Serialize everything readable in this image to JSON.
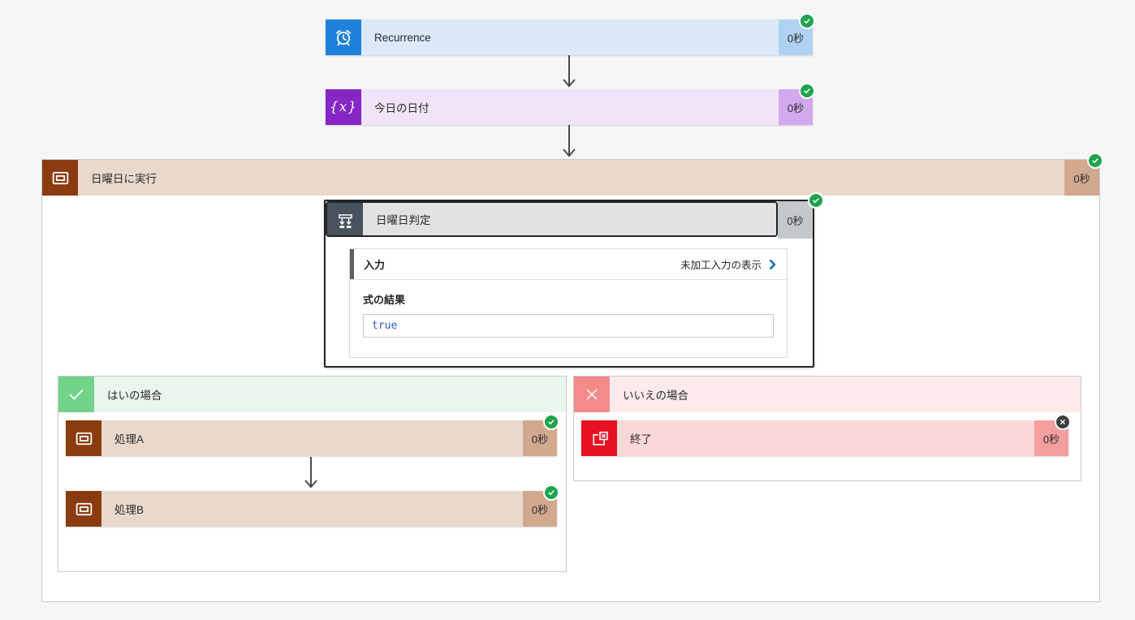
{
  "app": "power-automate-flow-run-view",
  "colors": {
    "canvas_bg": "#f6f6f6",
    "success_badge": "#1ea44d",
    "cancelled_badge": "#3d3d3d",
    "trigger_icon_bg": "#1e82dd",
    "variable_icon_bg": "#8526c5",
    "scope_icon_bg": "#8a3c10",
    "condition_icon_bg": "#47525d",
    "yes_icon_bg": "#72d48a",
    "no_icon_bg": "#f48b8b",
    "terminate_icon_bg": "#e81123",
    "link_chevron_blue": "#0f6cbd",
    "expression_value_blue": "#2660c0"
  },
  "icons": {
    "trigger": "alarm-clock-icon",
    "date_action": "variable-x-icon",
    "scope": "scope-frame-icon",
    "condition": "condition-branch-icon",
    "yes_branch": "check-icon",
    "no_branch": "x-icon",
    "terminate": "terminate-window-icon",
    "success_badge": "check-circle-icon",
    "cancelled_badge": "x-circle-icon",
    "raw_inputs_chevron": "chevron-right-icon"
  },
  "trigger": {
    "title": "Recurrence",
    "duration": "0秒",
    "status": "success"
  },
  "date_action": {
    "title": "今日の日付",
    "duration": "0秒",
    "status": "success"
  },
  "scope": {
    "title": "日曜日に実行",
    "duration": "0秒",
    "status": "success"
  },
  "condition": {
    "title": "日曜日判定",
    "duration": "0秒",
    "status": "success",
    "inputs_label": "入力",
    "raw_inputs_link": "未加工入力の表示",
    "result_label": "式の結果",
    "result_value": "true"
  },
  "yes_branch": {
    "title": "はいの場合",
    "actions": [
      {
        "title": "処理A",
        "duration": "0秒",
        "status": "success"
      },
      {
        "title": "処理B",
        "duration": "0秒",
        "status": "success"
      }
    ]
  },
  "no_branch": {
    "title": "いいえの場合",
    "terminate": {
      "title": "終了",
      "duration": "0秒",
      "status": "cancelled"
    }
  }
}
